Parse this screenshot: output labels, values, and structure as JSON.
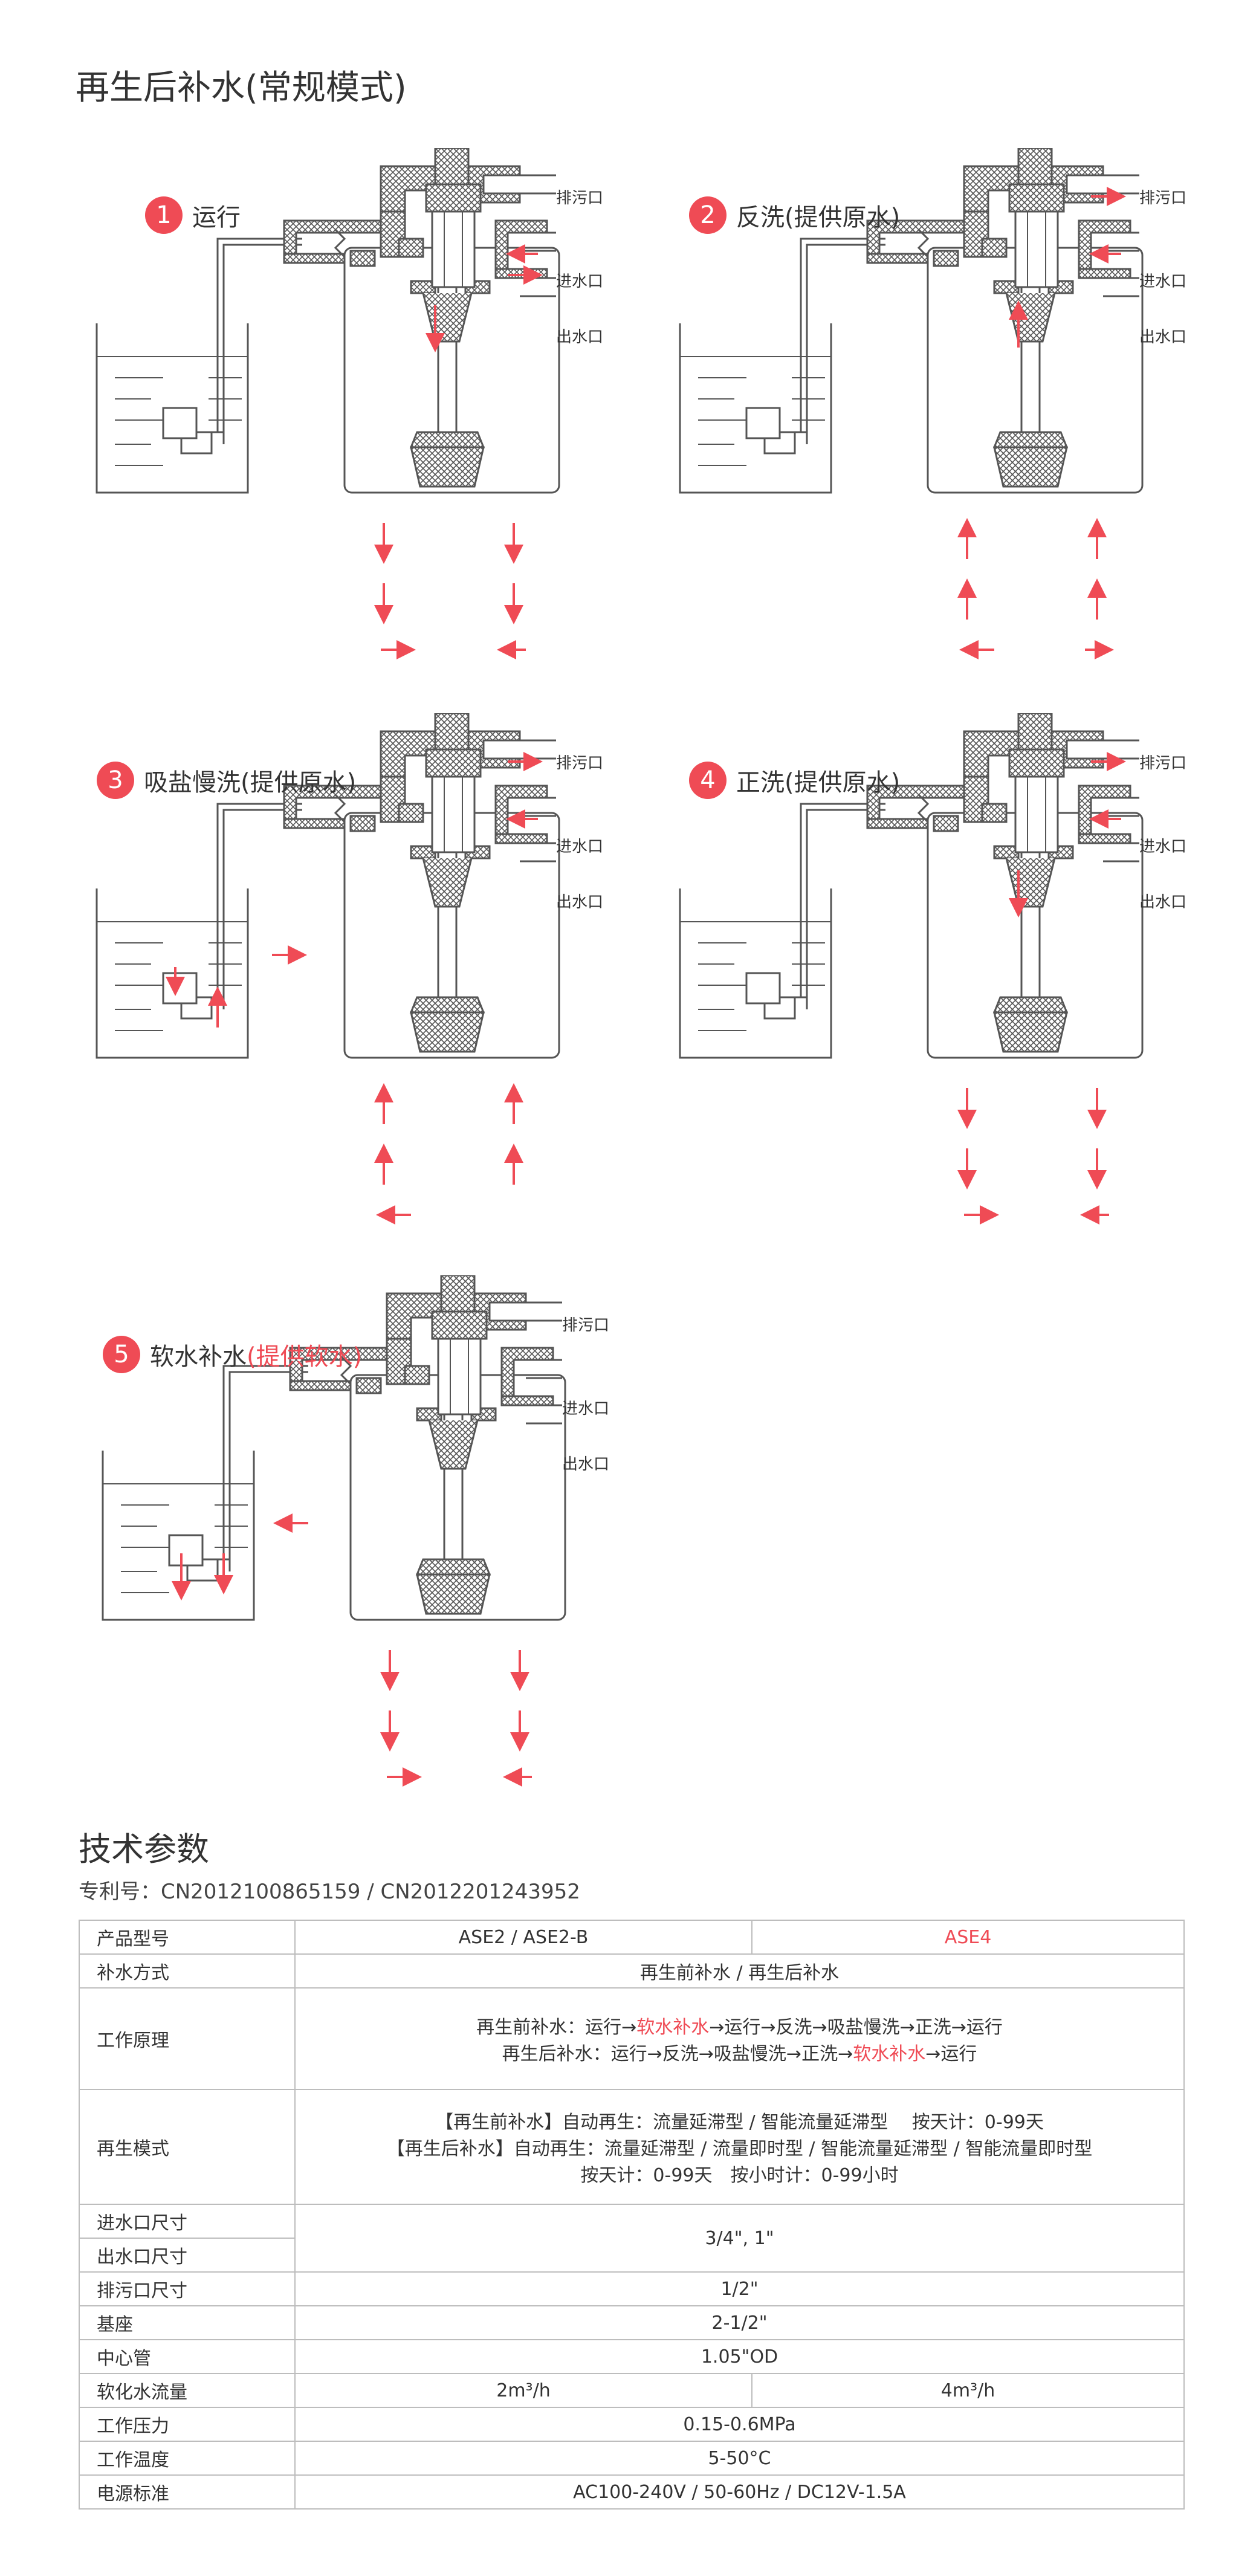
{
  "title": "再生后补水(常规模式)",
  "colors": {
    "accent": "#ef4b55",
    "text": "#333333",
    "grid": "#bdbdbd"
  },
  "ports": {
    "drain": "排污口",
    "inlet": "进水口",
    "outlet": "出水口"
  },
  "steps": [
    {
      "num": "1",
      "label": "运行",
      "label_extra": ""
    },
    {
      "num": "2",
      "label": "反洗(提供原水)",
      "label_extra": ""
    },
    {
      "num": "3",
      "label": "吸盐慢洗(提供原水)",
      "label_extra": ""
    },
    {
      "num": "4",
      "label": "正洗(提供原水)",
      "label_extra": ""
    },
    {
      "num": "5",
      "label": "软水补水",
      "label_extra": "(提供软水)"
    }
  ],
  "spec": {
    "title": "技术参数",
    "patent": "专利号：CN2012100865159 / CN2012201243952",
    "rows": {
      "model": {
        "k": "产品型号",
        "a": "ASE2 / ASE2-B",
        "b": "ASE4"
      },
      "refill": {
        "k": "补水方式",
        "v": "再生前补水 / 再生后补水"
      },
      "principle": {
        "k": "工作原理",
        "l1_pre": "再生前补水：运行→",
        "l1_hl": "软水补水",
        "l1_post": "→运行→反洗→吸盐慢洗→正洗→运行",
        "l2_pre": "再生后补水：运行→反洗→吸盐慢洗→正洗→",
        "l2_hl": "软水补水",
        "l2_post": "→运行"
      },
      "regen": {
        "k": "再生模式",
        "l1": "【再生前补水】自动再生：流量延滞型 / 智能流量延滞型　 按天计：0-99天",
        "l2": "【再生后补水】自动再生：流量延滞型 / 流量即时型 / 智能流量延滞型 / 智能流量即时型",
        "l3": "按天计：0-99天　按小时计：0-99小时"
      },
      "inlet_size": {
        "k": "进水口尺寸",
        "v": "3/4\", 1\""
      },
      "outlet_size": {
        "k": "出水口尺寸"
      },
      "drain_size": {
        "k": "排污口尺寸",
        "v": "1/2\""
      },
      "base": {
        "k": "基座",
        "v": "2-1/2\""
      },
      "center_tube": {
        "k": "中心管",
        "v": "1.05\"OD"
      },
      "flow": {
        "k": "软化水流量",
        "a": "2m³/h",
        "b": "4m³/h"
      },
      "pressure": {
        "k": "工作压力",
        "v": "0.15-0.6MPa"
      },
      "temp": {
        "k": "工作温度",
        "v": "5-50°C"
      },
      "power": {
        "k": "电源标准",
        "v": "AC100-240V / 50-60Hz / DC12V-1.5A"
      }
    }
  }
}
